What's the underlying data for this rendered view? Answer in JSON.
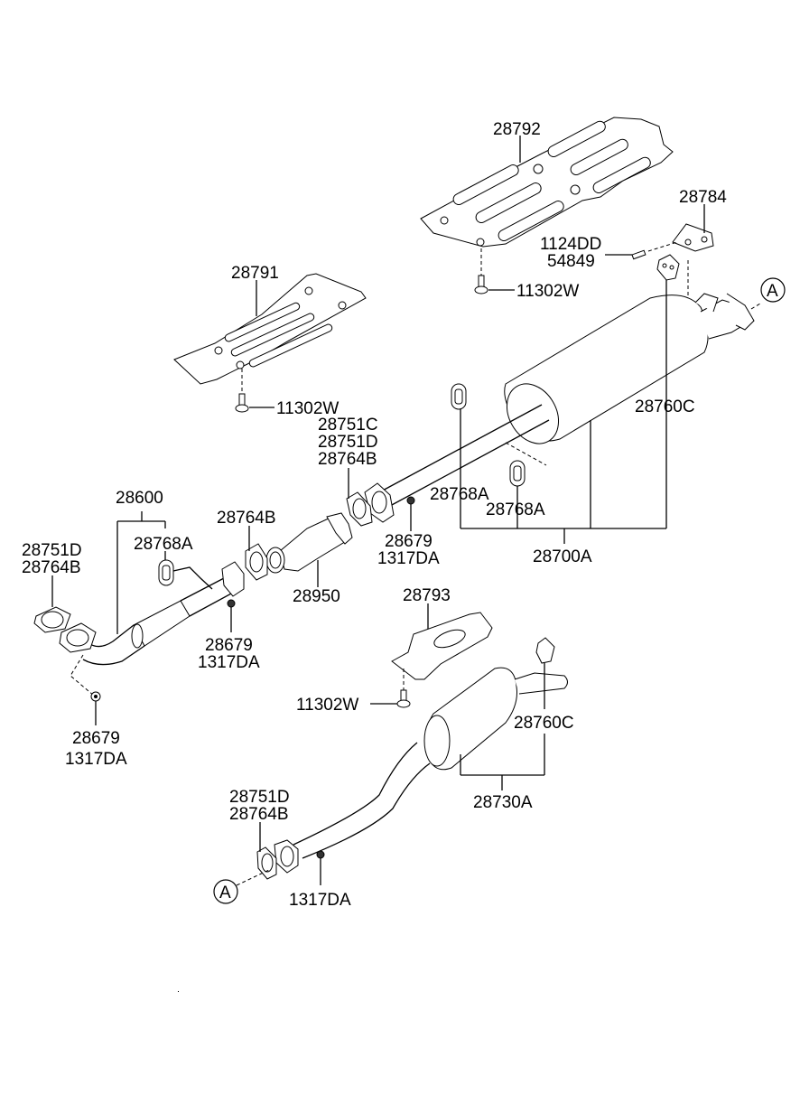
{
  "diagram": {
    "title": "Exhaust System Parts Diagram",
    "reference_marker": "A",
    "labels": {
      "heat_shield_rear_upper": "28792",
      "hanger_bracket": "28784",
      "bolt_1124dd": "1124DD",
      "part_54849": "54849",
      "bolt_upper_right": "11302W",
      "heat_shield_center": "28791",
      "bolt_center": "11302W",
      "gasket_c_group": [
        "28751C",
        "28751D",
        "28764B"
      ],
      "hanger_right": "28760C",
      "hanger_center_a": "28768A",
      "hanger_center_b": "28768A",
      "nut_center": [
        "28679",
        "1317DA"
      ],
      "center_muffler": "28700A",
      "front_pipe": "28600",
      "gasket_front": [
        "28751D",
        "28764B"
      ],
      "hanger_front": "28768A",
      "gasket_cat": "28764B",
      "catalytic_converter": "28950",
      "nut_front": [
        "28679",
        "1317DA"
      ],
      "nut_front_lower": [
        "28679",
        "1317DA"
      ],
      "heat_shield_rear": "28793",
      "bolt_rear": "11302W",
      "hanger_rear": "28760C",
      "rear_muffler": "28730A",
      "gasket_rear": [
        "28751D",
        "28764B"
      ],
      "nut_rear": "1317DA"
    }
  }
}
